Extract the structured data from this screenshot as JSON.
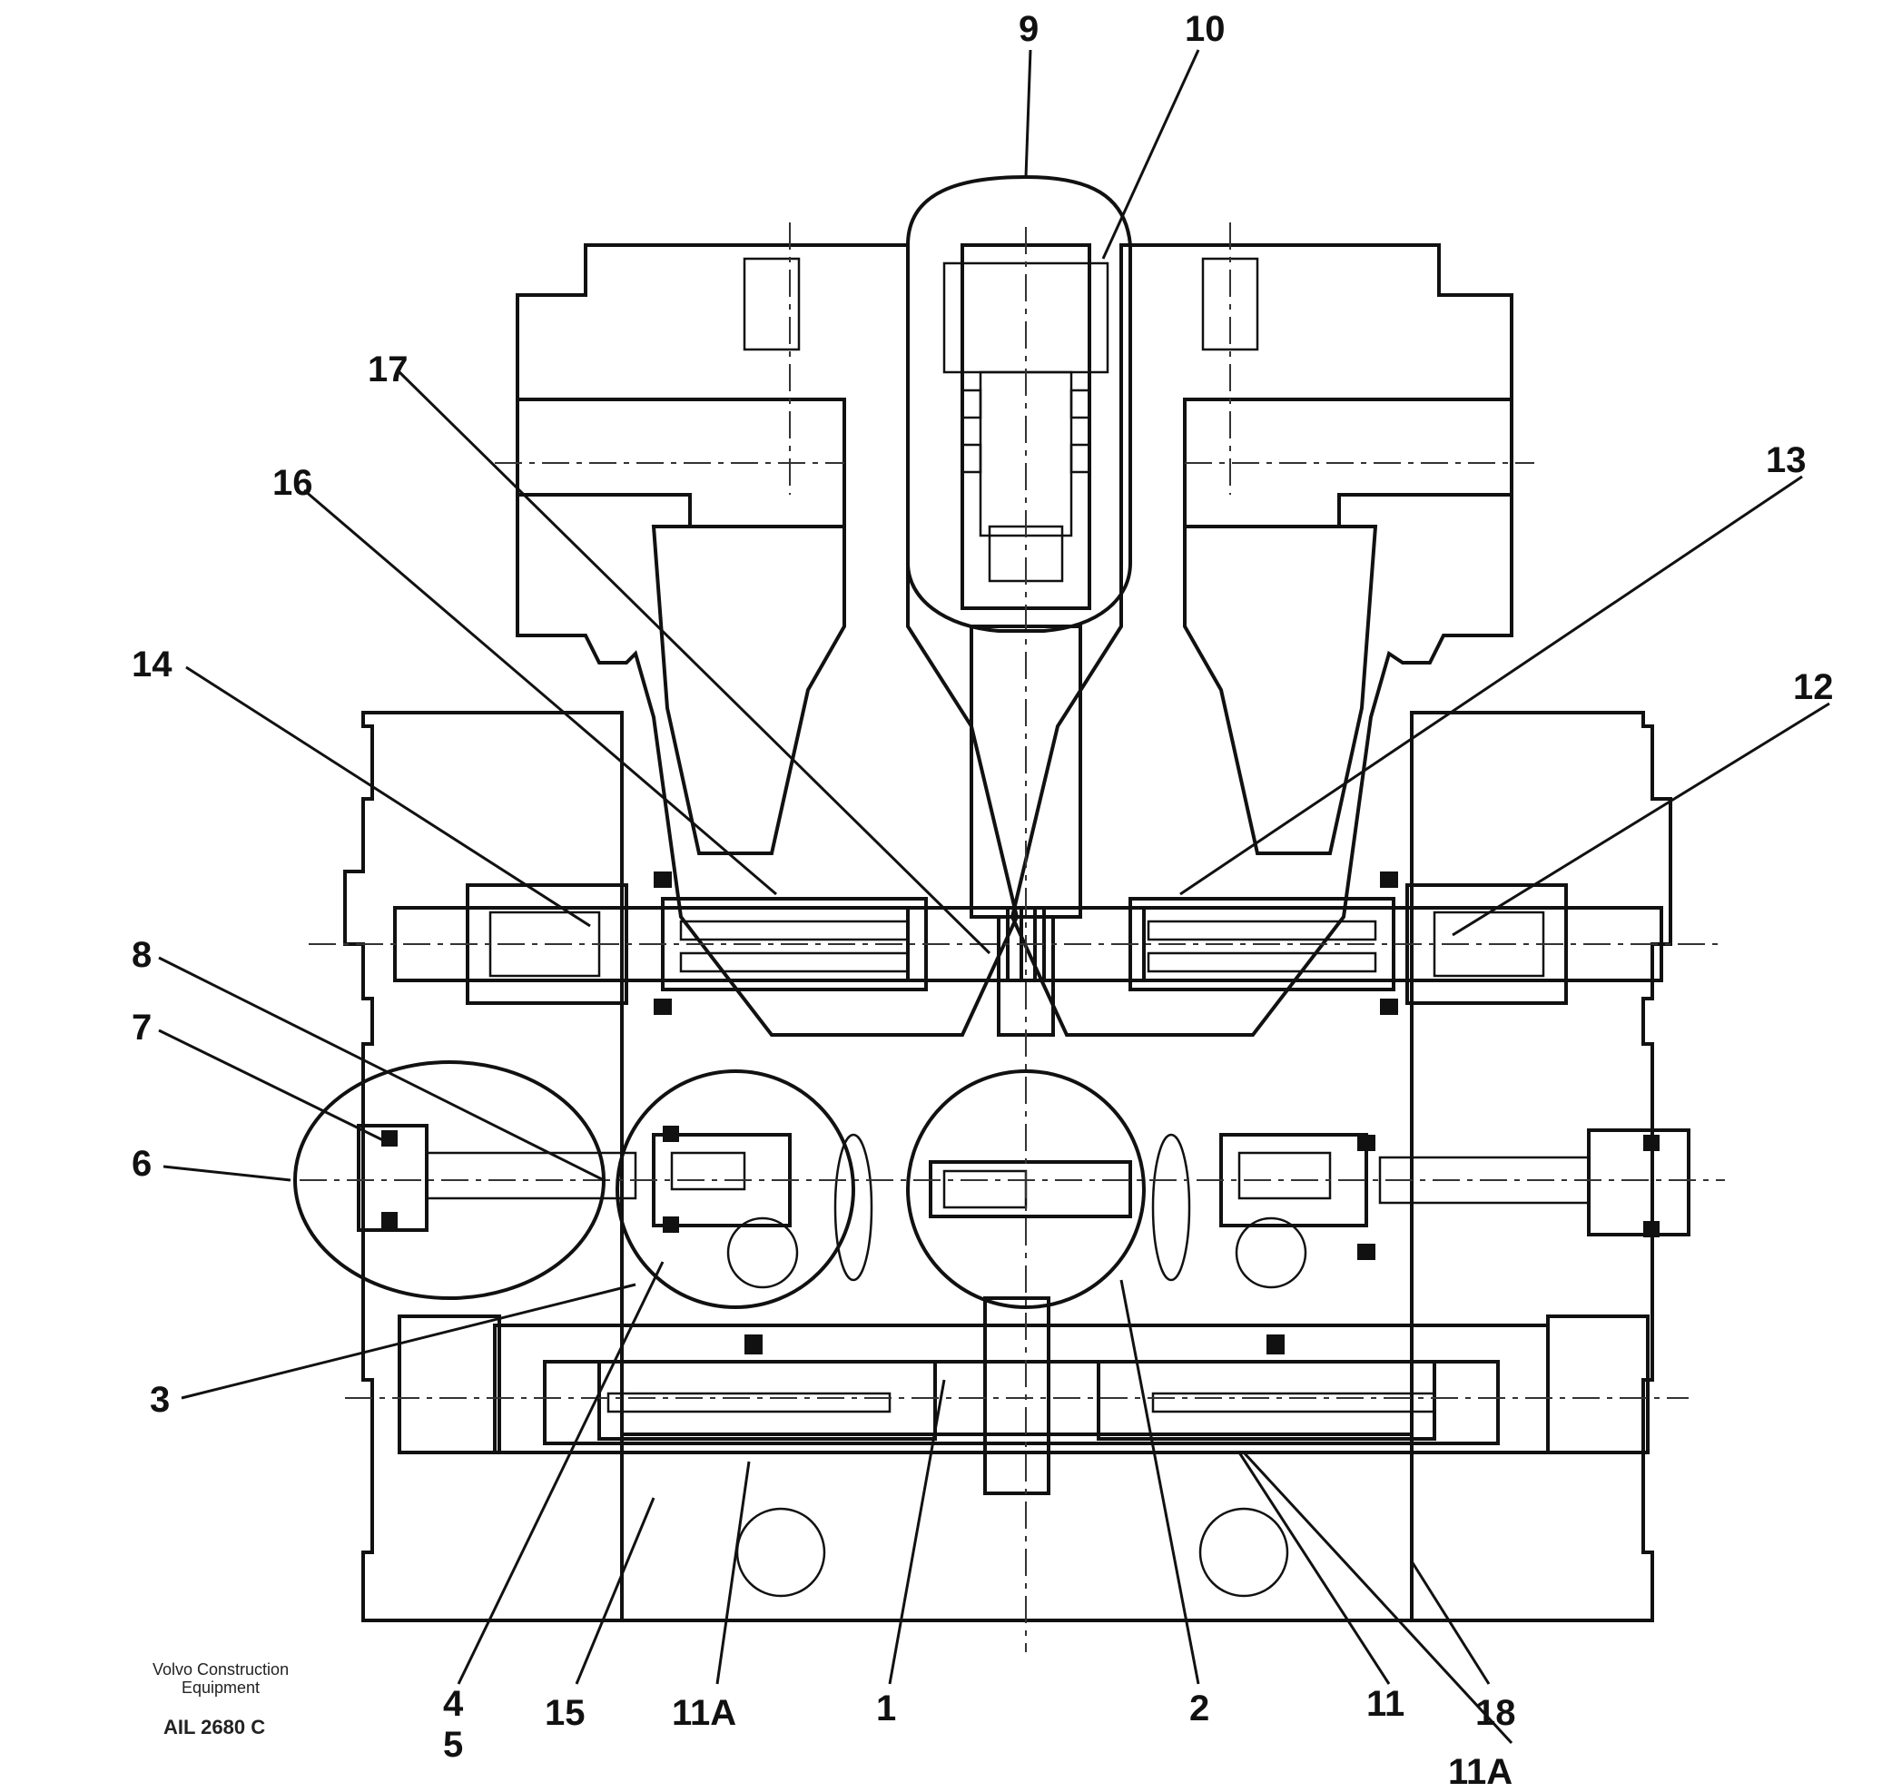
{
  "figure": {
    "caption_line1": "Volvo Construction",
    "caption_line2": "Equipment",
    "drawing_code": "AIL 2680 C"
  },
  "callouts": {
    "c9": "9",
    "c10": "10",
    "c17": "17",
    "c16": "16",
    "c13": "13",
    "c14": "14",
    "c12": "12",
    "c8": "8",
    "c7": "7",
    "c6": "6",
    "c3": "3",
    "c4": "4",
    "c5": "5",
    "c15": "15",
    "c11a_left": "11A",
    "c1": "1",
    "c2": "2",
    "c11": "11",
    "c18": "18",
    "c11a_right": "11A"
  }
}
